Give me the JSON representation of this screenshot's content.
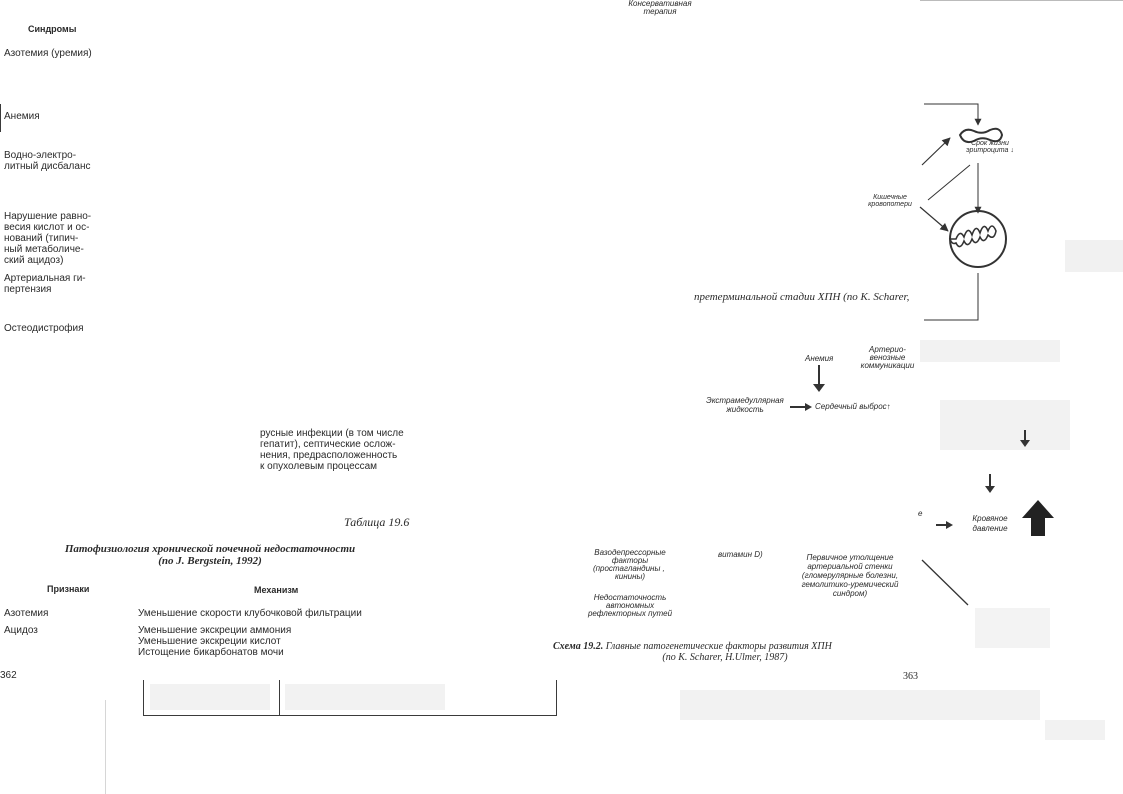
{
  "left_page": {
    "header": {
      "syndromes": "Синдромы"
    },
    "syndromes": [
      "Азотемия (уремия)",
      "Анемия",
      "Водно-электро-\nлитный дисбаланс",
      "Нарушение равно-\nвесия кислот и ос-\nнований (типич-\nный метаболиче-\nский ацидоз)",
      "Артериальная ги-\nпертензия",
      "Остеодистрофия"
    ],
    "fragment_text": "русные инфекции (в том числе\nгепатит), септические ослож-\nнения, предрасположенность\nк опухолевым процессам",
    "table_number": "Таблица 19.6",
    "table_title_line1": "Патофизиология хронической почечной недостаточности",
    "table_title_line2": "(по J. Bergstein, 1992)",
    "col_signs": "Признаки",
    "col_mechanism": "Механизм",
    "rows": [
      {
        "sign": "Азотемия",
        "mechanism": "Уменьшение скорости клубочковой фильтрации"
      },
      {
        "sign": "Ацидоз",
        "mechanism": "Уменьшение экскреции аммония\nУменьшение экскреции кислот\nИстощение бикарбонатов мочи"
      }
    ],
    "page_number": "362"
  },
  "right_page": {
    "top_label": "Консервативная\nтерапия",
    "rbc_lifespan": "Срок жизни\nэритроцита",
    "intestinal_loss": "Кишечные\nкровопотери",
    "caption_fragment": "претерминальной стадии ХПН (по K. Scharer,",
    "anemia": "Анемия",
    "av_comm": "Артерио-\nвенозные\nкоммуникации",
    "extramed": "Экстрамедуллярная\nжидкость",
    "cardiac_output": "Сердечный выброс",
    "bp": "Кровяное\nдавление",
    "e_letter": "е",
    "vasodep": "Вазодепрессорные\nфакторы\n(простагландины , \nкинины)",
    "vitd": "витамин D)",
    "primary": "Первичное утолщение\nартериальной стенки\n(гломерулярные болезни,\nгемолитико-уремический\nсиндром)",
    "reflex": "Недостаточность\nавтономных\nрефлекторных путей",
    "scheme_label": "Схема 19.2.",
    "scheme_text_line1": "Главные патогенетические факторы развития ХПН",
    "scheme_text_line2": "(по K. Scharer, H.Ulmer, 1987)",
    "page_number": "363",
    "arrow_down": "↓",
    "arrow_up": "↑"
  }
}
